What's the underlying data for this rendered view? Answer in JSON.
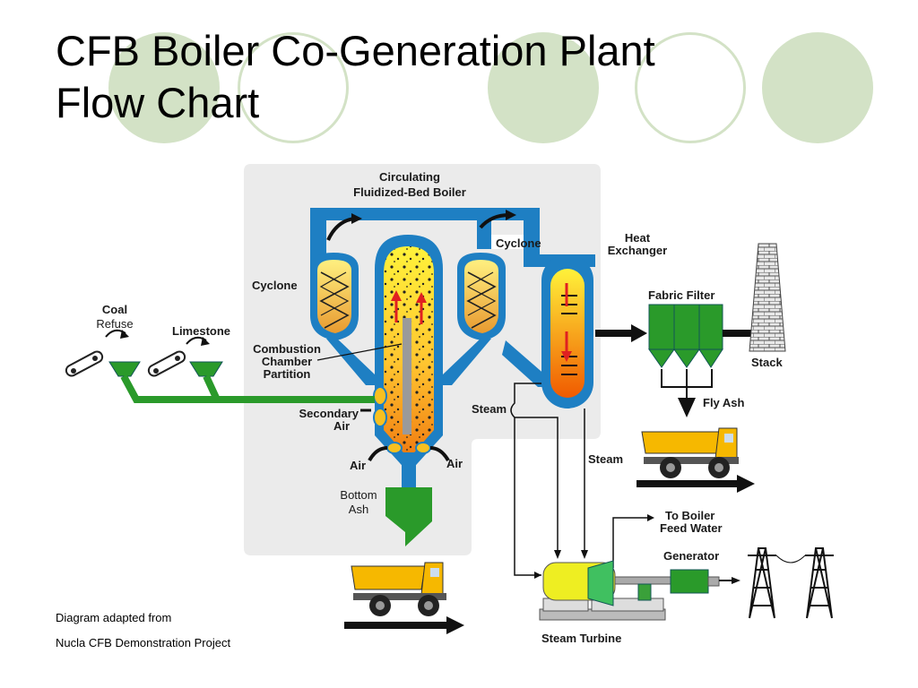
{
  "slide": {
    "title_line1": "CFB Boiler Co-Generation Plant",
    "title_line2": "Flow Chart",
    "credit_line1": "Diagram adapted from",
    "credit_line2": "Nucla CFB Demonstration Project"
  },
  "diagram": {
    "boiler_title_1": "Circulating",
    "boiler_title_2": "Fluidized-Bed Boiler",
    "cyclone_left": "Cyclone",
    "cyclone_right": "Cyclone",
    "coal_1": "Coal",
    "coal_2": "Refuse",
    "limestone": "Limestone",
    "combustion_1": "Combustion",
    "combustion_2": "Chamber",
    "combustion_3": "Partition",
    "secondary_1": "Secondary",
    "secondary_2": "Air",
    "air_left": "Air",
    "air_right": "Air",
    "bottom_1": "Bottom",
    "bottom_2": "Ash",
    "steam_1": "Steam",
    "steam_2": "Steam",
    "heat_1": "Heat",
    "heat_2": "Exchanger",
    "fabric_filter": "Fabric Filter",
    "stack": "Stack",
    "fly_ash": "Fly Ash",
    "to_boiler_1": "To Boiler",
    "to_boiler_2": "Feed Water",
    "generator": "Generator",
    "steam_turbine": "Steam Turbine"
  },
  "colors": {
    "deco_green": "#d3e2c6",
    "pipe_blue": "#1e7fc3",
    "panel_gray": "#ebebeb",
    "ash_green": "#2a9a2a",
    "turbine_yellow": "#eeee22"
  }
}
